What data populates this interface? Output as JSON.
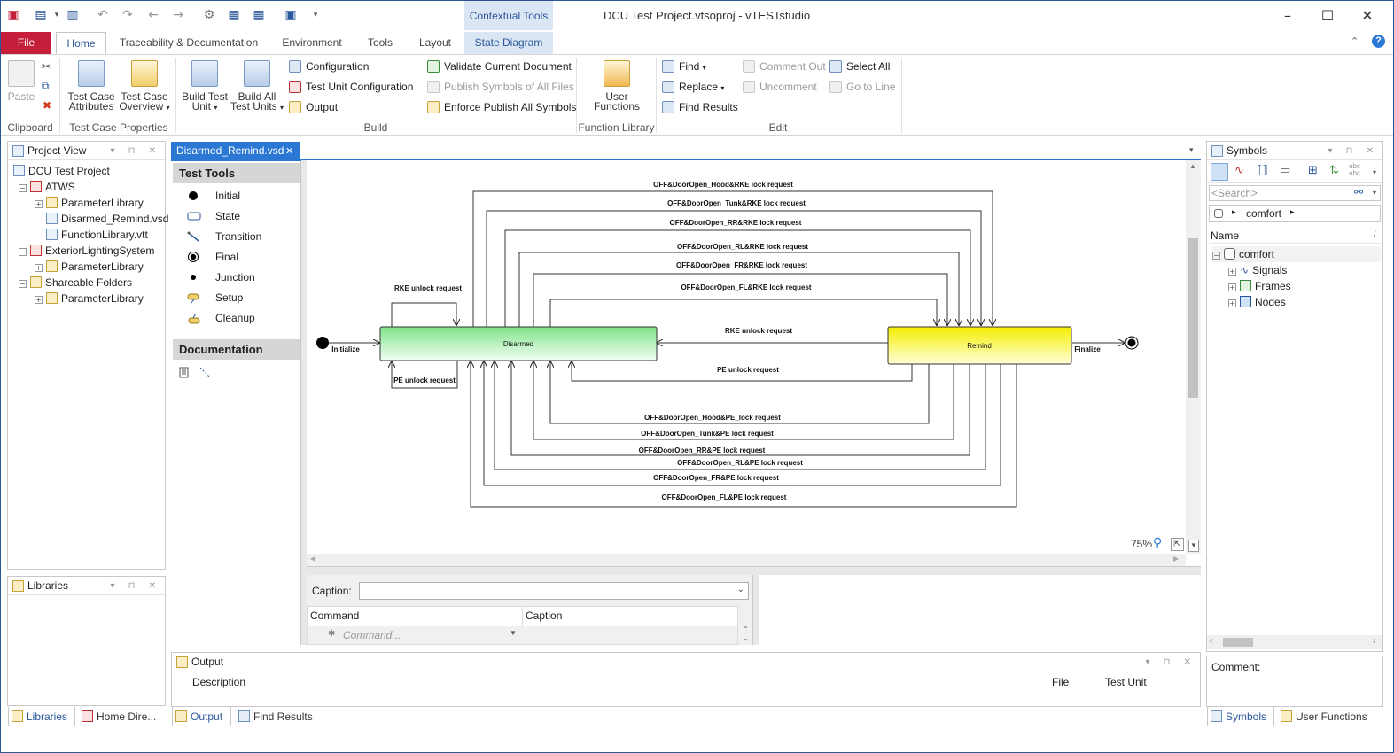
{
  "window": {
    "title": "DCU Test Project.vtsoproj - vTESTstudio",
    "contextual_tools": "Contextual Tools"
  },
  "ribbon": {
    "tabs": [
      "File",
      "Home",
      "Traceability & Documentation",
      "Environment",
      "Tools",
      "Layout",
      "State Diagram"
    ],
    "clipboard": {
      "paste": "Paste",
      "group": "Clipboard"
    },
    "test_case_properties": {
      "attributes_l1": "Test Case",
      "attributes_l2": "Attributes",
      "overview_l1": "Test Case",
      "overview_l2": "Overview",
      "group": "Test Case Properties"
    },
    "build": {
      "build_unit_l1": "Build Test",
      "build_unit_l2": "Unit",
      "build_all_l1": "Build All",
      "build_all_l2": "Test Units",
      "configuration": "Configuration",
      "test_unit_configuration": "Test Unit Configuration",
      "output": "Output",
      "validate": "Validate Current Document",
      "publish": "Publish Symbols of All Files",
      "enforce": "Enforce Publish All Symbols",
      "group": "Build"
    },
    "function_library": {
      "user_l1": "User",
      "user_l2": "Functions",
      "group": "Function Library"
    },
    "edit": {
      "find": "Find",
      "replace": "Replace",
      "find_results": "Find Results",
      "comment_out": "Comment Out",
      "uncomment": "Uncomment",
      "select_all": "Select All",
      "go_to_line": "Go to Line",
      "group": "Edit"
    }
  },
  "project_view": {
    "title": "Project View",
    "items": [
      {
        "label": "DCU Test Project"
      },
      {
        "label": "ATWS"
      },
      {
        "label": "ParameterLibrary"
      },
      {
        "label": "Disarmed_Remind.vsd"
      },
      {
        "label": "FunctionLibrary.vtt"
      },
      {
        "label": "ExteriorLightingSystem"
      },
      {
        "label": "ParameterLibrary"
      },
      {
        "label": "Shareable Folders"
      },
      {
        "label": "ParameterLibrary"
      }
    ]
  },
  "libraries": {
    "title": "Libraries"
  },
  "left_bottom_tabs": [
    "Libraries",
    "Home Dire..."
  ],
  "document": {
    "tab": "Disarmed_Remind.vsd"
  },
  "toolbox": {
    "test_tools": "Test Tools",
    "tools": [
      "Initial",
      "State",
      "Transition",
      "Final",
      "Junction",
      "Setup",
      "Cleanup"
    ],
    "documentation": "Documentation"
  },
  "diagram": {
    "zoom": "75%",
    "state_disarmed": "Disarmed",
    "state_remind": "Remind",
    "initialize": "Initialize",
    "finalize": "Finalize",
    "rke_unlock_self": "RKE unlock request",
    "pe_unlock_self": "PE unlock request",
    "rke_unlock": "RKE unlock request",
    "pe_unlock": "PE unlock request",
    "lock_rke": [
      "OFF&DoorOpen_Hood&RKE lock request",
      "OFF&DoorOpen_Tunk&RKE lock request",
      "OFF&DoorOpen_RR&RKE lock request",
      "OFF&DoorOpen_RL&RKE lock request",
      "OFF&DoorOpen_FR&RKE lock request",
      "OFF&DoorOpen_FL&RKE lock request"
    ],
    "lock_pe": [
      "OFF&DoorOpen_Hood&PE_lock request",
      "OFF&DoorOpen_Tunk&PE lock request",
      "OFF&DoorOpen_RR&PE lock request",
      "OFF&DoorOpen_RL&PE lock request",
      "OFF&DoorOpen_FR&PE lock request",
      "OFF&DoorOpen_FL&PE lock request"
    ]
  },
  "properties": {
    "caption_label": "Caption:",
    "caption_value": "",
    "col_command": "Command",
    "col_caption": "Caption",
    "command_placeholder": "Command..."
  },
  "output": {
    "title": "Output",
    "col_description": "Description",
    "col_file": "File",
    "col_test_unit": "Test Unit",
    "tabs": [
      "Output",
      "Find Results"
    ]
  },
  "symbols": {
    "title": "Symbols",
    "search_placeholder": "<Search>",
    "path": "comfort",
    "col_name": "Name",
    "tree": [
      "comfort",
      "Signals",
      "Frames",
      "Nodes"
    ],
    "comment_label": "Comment:",
    "tabs": [
      "Symbols",
      "User Functions"
    ]
  }
}
